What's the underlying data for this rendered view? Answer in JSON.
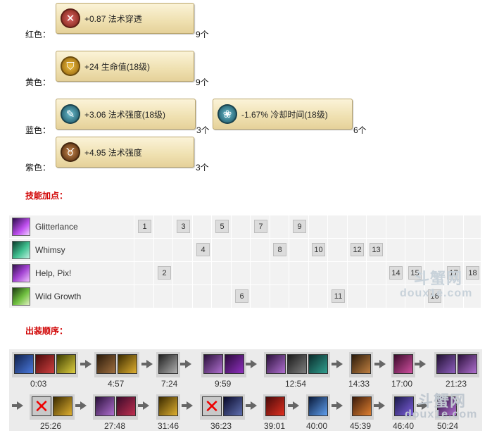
{
  "runes": [
    {
      "label": "红色：",
      "text": "+0.87 法术穿透",
      "count": "9个",
      "icon": "red-rune-icon",
      "color": "#b04030"
    },
    {
      "label": "黄色：",
      "text": "+24 生命值(18级)",
      "count": "9个",
      "icon": "yellow-rune-icon",
      "color": "#c88a20"
    },
    {
      "label": "蓝色：",
      "text": "+3.06 法术强度(18级)",
      "count": "3个",
      "icon": "blue-rune-icon",
      "color": "#2f7b8e"
    },
    {
      "label": "",
      "text": "-1.67% 冷却时间(18级)",
      "count": "6个",
      "icon": "blue-rune-icon",
      "color": "#2f7b8e"
    },
    {
      "label": "紫色：",
      "text": "+4.95 法术强度",
      "count": "3个",
      "icon": "purple-rune-icon",
      "color": "#8a5a2e"
    }
  ],
  "skills_title": "技能加点：",
  "skills": [
    {
      "name": "Glitterlance",
      "levels": [
        "1",
        "3",
        "5",
        "7",
        "9"
      ]
    },
    {
      "name": "Whimsy",
      "levels": [
        "4",
        "8",
        "10",
        "12",
        "13"
      ]
    },
    {
      "name": "Help, Pix!",
      "levels": [
        "2",
        "14",
        "15",
        "17",
        "18"
      ]
    },
    {
      "name": "Wild Growth",
      "levels": [
        "6",
        "11",
        "16"
      ]
    }
  ],
  "build_title": "出装顺序：",
  "build": [
    {
      "time": "0:03"
    },
    {
      "time": "4:57"
    },
    {
      "time": "7:24"
    },
    {
      "time": "9:59"
    },
    {
      "time": "12:54"
    },
    {
      "time": "14:33"
    },
    {
      "time": "17:00"
    },
    {
      "time": "21:23"
    },
    {
      "time": "25:26"
    },
    {
      "time": "27:48"
    },
    {
      "time": "31:46"
    },
    {
      "time": "36:23"
    },
    {
      "time": "39:01"
    },
    {
      "time": "40:00"
    },
    {
      "time": "45:39"
    },
    {
      "time": "46:40"
    },
    {
      "time": "50:24"
    }
  ],
  "watermark": {
    "text1": "斗蟹网",
    "text2": "doux1e.com"
  }
}
